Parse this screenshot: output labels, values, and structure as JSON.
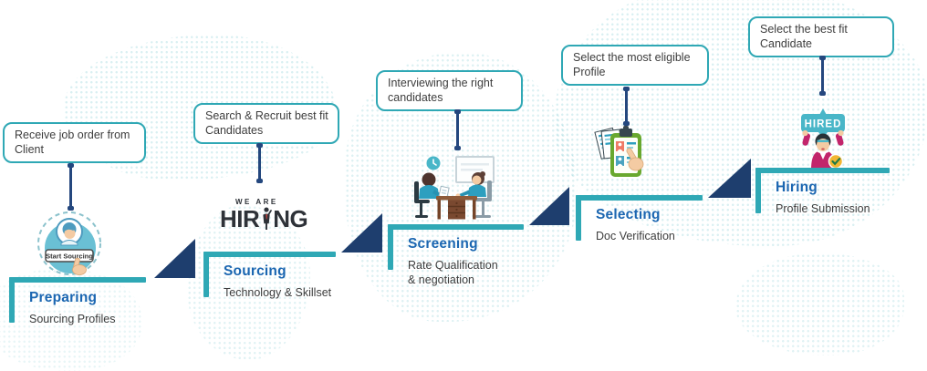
{
  "colors": {
    "accent": "#2FA8B5",
    "navy_arrow": "#1E3E6E",
    "title_blue": "#1B66B1",
    "text_dark": "#3D3D3D",
    "map_dots": "#BDE6EB"
  },
  "stages": [
    {
      "id": "preparing",
      "callout": "Receive job order from Client",
      "title": "Preparing",
      "subtitle": "Sourcing Profiles"
    },
    {
      "id": "sourcing",
      "callout": "Search & Recruit best fit Candidates",
      "title": "Sourcing",
      "subtitle": "Technology & Skillset"
    },
    {
      "id": "screening",
      "callout": "Interviewing the right candidates",
      "title": "Screening",
      "subtitle": "Rate Qualification\n& negotiation"
    },
    {
      "id": "selecting",
      "callout": "Select the most eligible Profile",
      "title": "Selecting",
      "subtitle": "Doc Verification"
    },
    {
      "id": "hiring",
      "callout": "Select the best fit Candidate",
      "title": "Hiring",
      "subtitle": "Profile Submission"
    }
  ],
  "icons": {
    "start_sourcing": {
      "button_label": "Start Sourcing"
    },
    "we_are_hiring": {
      "tagline": "WE ARE",
      "word_left": "HIR",
      "word_right": "NG"
    },
    "hired_sign": {
      "label": "HIRED"
    }
  }
}
